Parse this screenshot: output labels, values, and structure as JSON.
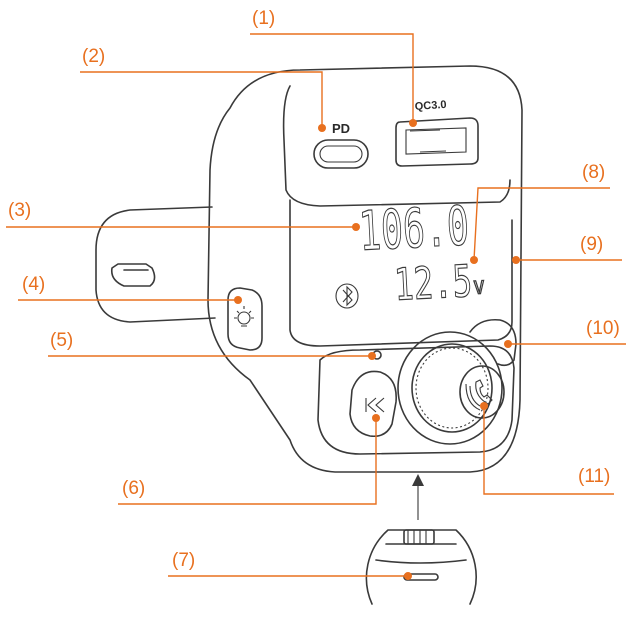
{
  "colors": {
    "accent": "#e8701f",
    "line": "#3a3a3a"
  },
  "callouts": [
    {
      "label": "(1)",
      "part": "qc3-usb-port"
    },
    {
      "label": "(2)",
      "part": "pd-port"
    },
    {
      "label": "(3)",
      "part": "frequency-display"
    },
    {
      "label": "(4)",
      "part": "light-button"
    },
    {
      "label": "(5)",
      "part": "microphone"
    },
    {
      "label": "(6)",
      "part": "previous-button"
    },
    {
      "label": "(7)",
      "part": "bottom-slot"
    },
    {
      "label": "(8)",
      "part": "voltage-display"
    },
    {
      "label": "(9)",
      "part": "body"
    },
    {
      "label": "(10)",
      "part": "next-button"
    },
    {
      "label": "(11)",
      "part": "call-button"
    }
  ],
  "device": {
    "pd_label": "PD",
    "qc_label": "QC3.0",
    "frequency": "106.0",
    "voltage": "12.5",
    "voltage_unit": "V",
    "icons": [
      "bluetooth-icon",
      "light-bulb-icon",
      "previous-icon",
      "phone-icon"
    ]
  }
}
